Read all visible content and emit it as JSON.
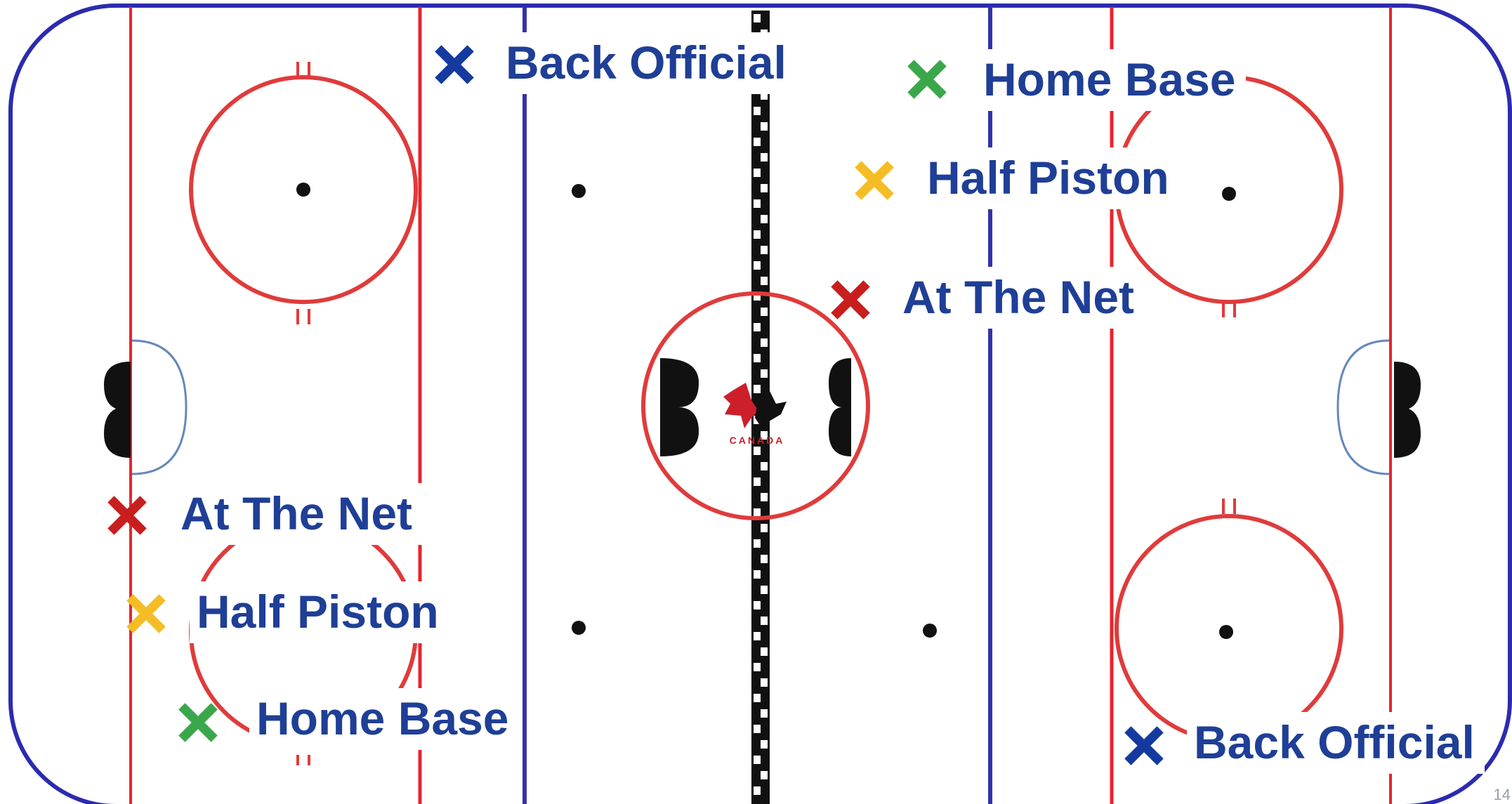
{
  "colors": {
    "boards": "#2b2bb0",
    "blue_line": "#3333aa",
    "red_line": "#e8242b",
    "circle": "#e03b3b",
    "crease": "#6688bb",
    "label_text": "#1f3f96",
    "back_official": "#143aa0",
    "home_base": "#3aa84a",
    "half_piston": "#f5bd25",
    "at_the_net": "#c81e1e"
  },
  "center_logo_text": "CANADA",
  "page_number": "14",
  "positions": [
    {
      "id": "back-official-top",
      "label": "Back Official",
      "marker": "back_official"
    },
    {
      "id": "home-base-right",
      "label": "Home Base",
      "marker": "home_base"
    },
    {
      "id": "half-piston-right",
      "label": "Half Piston",
      "marker": "half_piston"
    },
    {
      "id": "at-the-net-center",
      "label": "At The Net",
      "marker": "at_the_net"
    },
    {
      "id": "at-the-net-left",
      "label": "At The Net",
      "marker": "at_the_net"
    },
    {
      "id": "half-piston-left",
      "label": "Half Piston",
      "marker": "half_piston"
    },
    {
      "id": "home-base-left",
      "label": "Home Base",
      "marker": "home_base"
    },
    {
      "id": "back-official-bottom",
      "label": "Back Official",
      "marker": "back_official"
    }
  ]
}
